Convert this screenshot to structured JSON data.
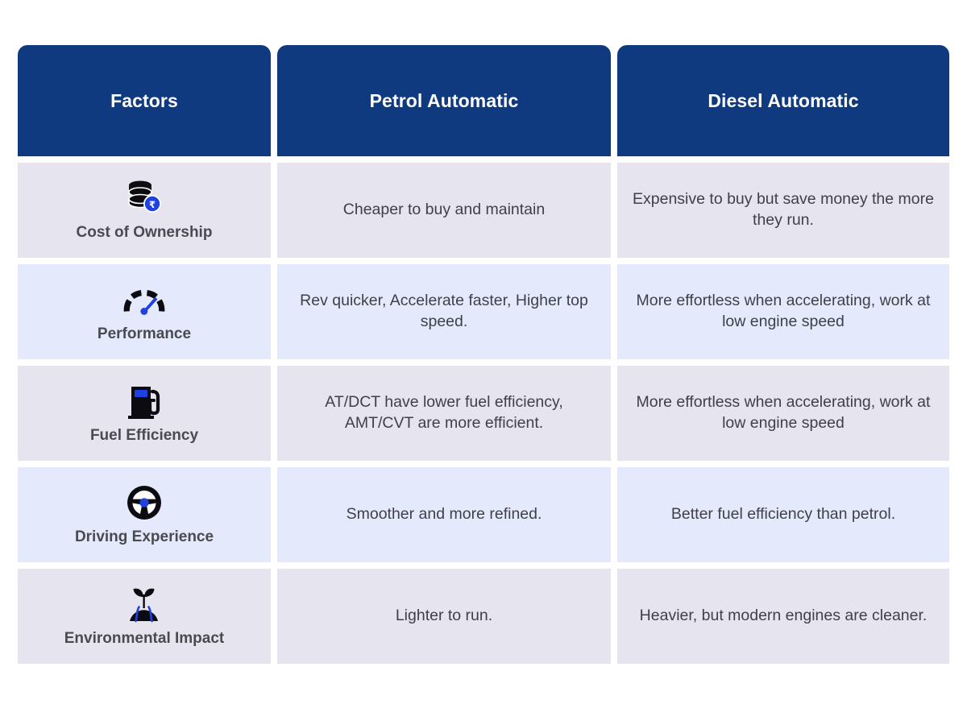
{
  "table": {
    "columns": [
      {
        "key": "factors",
        "label": "Factors"
      },
      {
        "key": "petrol",
        "label": "Petrol Automatic"
      },
      {
        "key": "diesel",
        "label": "Diesel Automatic"
      }
    ],
    "colors": {
      "header_bg": "#103a80",
      "header_text": "#ffffff",
      "row_tint_gray": "#e6e4ee",
      "row_tint_blue": "#e4eafc",
      "body_text": "#3f4048",
      "factor_label_text": "#4a4a50",
      "icon_dark": "#0c0c10",
      "icon_accent": "#1f41e0",
      "page_bg": "#ffffff"
    },
    "rows": [
      {
        "icon": "coin-stack-rupee-icon",
        "factor": "Cost of Ownership",
        "petrol": "Cheaper to buy and maintain",
        "diesel": "Expensive to buy but save money the more they run."
      },
      {
        "icon": "speedometer-icon",
        "factor": "Performance",
        "petrol": "Rev quicker, Accelerate faster, Higher top speed.",
        "diesel": "More effortless when accelerating, work at low engine speed"
      },
      {
        "icon": "fuel-pump-icon",
        "factor": "Fuel Efficiency",
        "petrol": "AT/DCT have lower fuel efficiency, AMT/CVT are more efficient.",
        "diesel": "More effortless when accelerating, work at low engine speed"
      },
      {
        "icon": "steering-wheel-icon",
        "factor": "Driving Experience",
        "petrol": "Smoother and more refined.",
        "diesel": "Better fuel efficiency than petrol."
      },
      {
        "icon": "sprout-icon",
        "factor": "Environmental Impact",
        "petrol": "Lighter to run.",
        "diesel": "Heavier, but modern engines are cleaner."
      }
    ]
  }
}
